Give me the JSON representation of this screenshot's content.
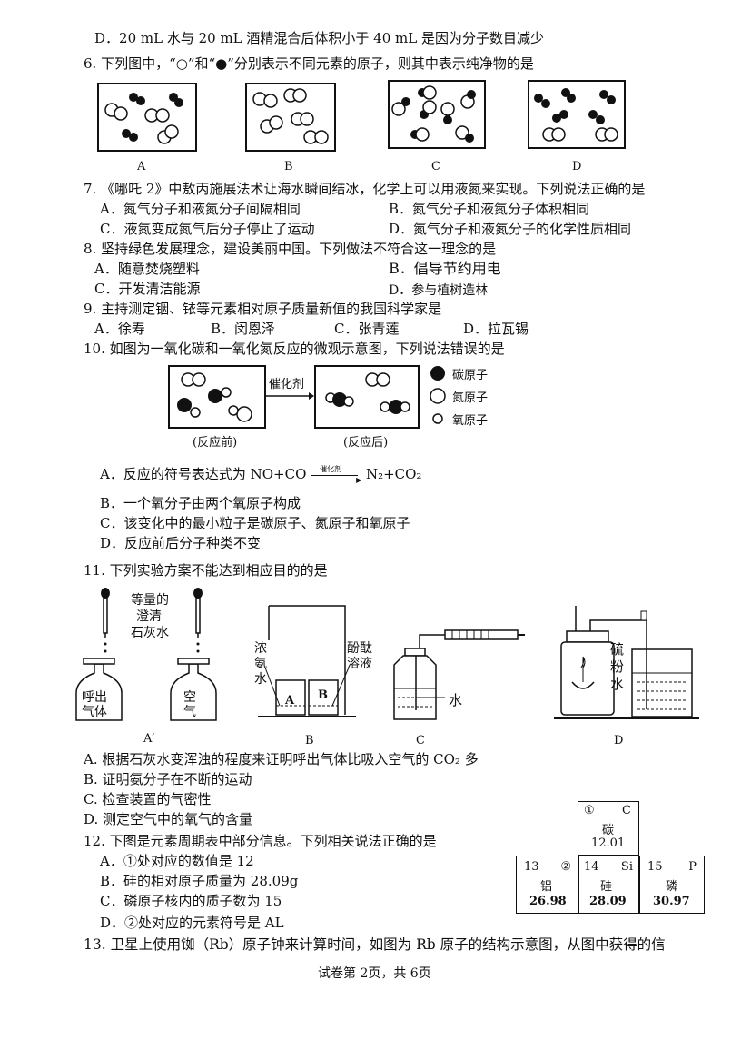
{
  "q5": {
    "opt_d": "D．20 mL 水与 20 mL 酒精混合后体积小于 40 mL 是因为分子数目减少"
  },
  "q6": {
    "stem": "6. 下列图中，“○”和“●”分别表示不同元素的原子，则其中表示纯净物的是",
    "labels": [
      "A",
      "B",
      "C",
      "D"
    ]
  },
  "q7": {
    "stem": "7. 《哪吒 2》中敖丙施展法术让海水瞬间结冰，化学上可以用液氮来实现。下列说法正确的是",
    "a": "A．氮气分子和液氮分子间隔相同",
    "b": "B．氮气分子和液氮分子体积相同",
    "c": "C．液氮变成氮气后分子停止了运动",
    "d": "D．氮气分子和液氮分子的化学性质相同"
  },
  "q8": {
    "stem": "8. 坚持绿色发展理念，建设美丽中国。下列做法不符合这一理念的是",
    "a": "A．随意焚烧塑料",
    "b": "B．倡导节约用电",
    "c": "C．开发清洁能源",
    "d": "D．参与植树造林"
  },
  "q9": {
    "stem": "9. 主持测定铟、铱等元素相对原子质量新值的我国科学家是",
    "a": "A．徐寿",
    "b": "B．闵恩泽",
    "c": "C．张青莲",
    "d": "D．拉瓦锡"
  },
  "q10": {
    "stem": "10. 如图为一氧化碳和一氧化氮反应的微观示意图，下列说法错误的是",
    "catalyst": "催化剂",
    "before": "(反应前)",
    "after": "(反应后)",
    "legend": [
      "碳原子",
      "氮原子",
      "氧原子"
    ],
    "a_prefix": "A．反应的符号表达式为 NO+CO",
    "a_cat": "催化剂",
    "a_suffix": "N₂+CO₂",
    "b": "B．一个氧分子由两个氧原子构成",
    "c": "C．该变化中的最小粒子是碳原子、氮原子和氧原子",
    "d": "D．反应前后分子种类不变"
  },
  "q11": {
    "stem": "11. 下列实验方案不能达到相应目的的是",
    "a_label_top": "等量的",
    "a_label_mid": "澄清",
    "a_label_bot": "石灰水",
    "bottle1": [
      "呼出",
      "气体"
    ],
    "bottle2": [
      "空",
      "气"
    ],
    "b_left": [
      "浓",
      "氨",
      "水"
    ],
    "b_right": [
      "酚酞",
      "溶液"
    ],
    "beaker_a": "A",
    "beaker_b": "B",
    "c_water": "水",
    "d_label": [
      "硫",
      "粉",
      "水"
    ],
    "labels": [
      "A′",
      "B",
      "C",
      "D"
    ],
    "a": "A. 根据石灰水变浑浊的程度来证明呼出气体比吸入空气的 CO₂ 多",
    "b": "B. 证明氨分子在不断的运动",
    "c": "C. 检查装置的气密性",
    "d": "D. 测定空气中的氧气的含量"
  },
  "q12": {
    "stem": "12. 下图是元素周期表中部分信息。下列相关说法正确的是",
    "a": "A．①处对应的数值是 12",
    "b": "B．硅的相对原子质量为 28.09g",
    "c": "C．磷原子核内的质子数为 15",
    "d": "D．②处对应的元素符号是 AL",
    "table": {
      "c": {
        "num": "①",
        "sym": "C",
        "name": "碳",
        "mass": "12.01"
      },
      "al": {
        "num": "13",
        "sym": "②",
        "name": "铝",
        "mass": "26.98"
      },
      "si": {
        "num": "14",
        "sym": "Si",
        "name": "硅",
        "mass": "28.09"
      },
      "p": {
        "num": "15",
        "sym": "P",
        "name": "磷",
        "mass": "30.97"
      }
    }
  },
  "q13": {
    "stem": "13. 卫星上使用铷（Rb）原子钟来计算时间，如图为 Rb 原子的结构示意图，从图中获得的信"
  },
  "footer": "试卷第 2页，共 6页"
}
